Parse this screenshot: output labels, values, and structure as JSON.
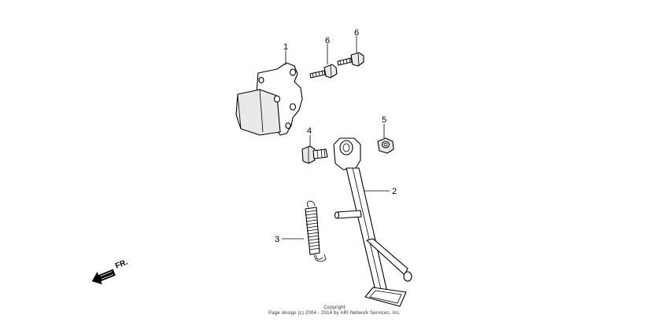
{
  "callouts": {
    "bracket": "1",
    "side_stand": "2",
    "spring": "3",
    "pivot_bolt": "4",
    "nut": "5",
    "bolt_a": "6",
    "bolt_b": "6"
  },
  "direction_label": "FR.",
  "copyright": {
    "line1": "Copyright",
    "line2": "Page design (c) 2004 - 2014 by ARI Network Services, Inc."
  }
}
